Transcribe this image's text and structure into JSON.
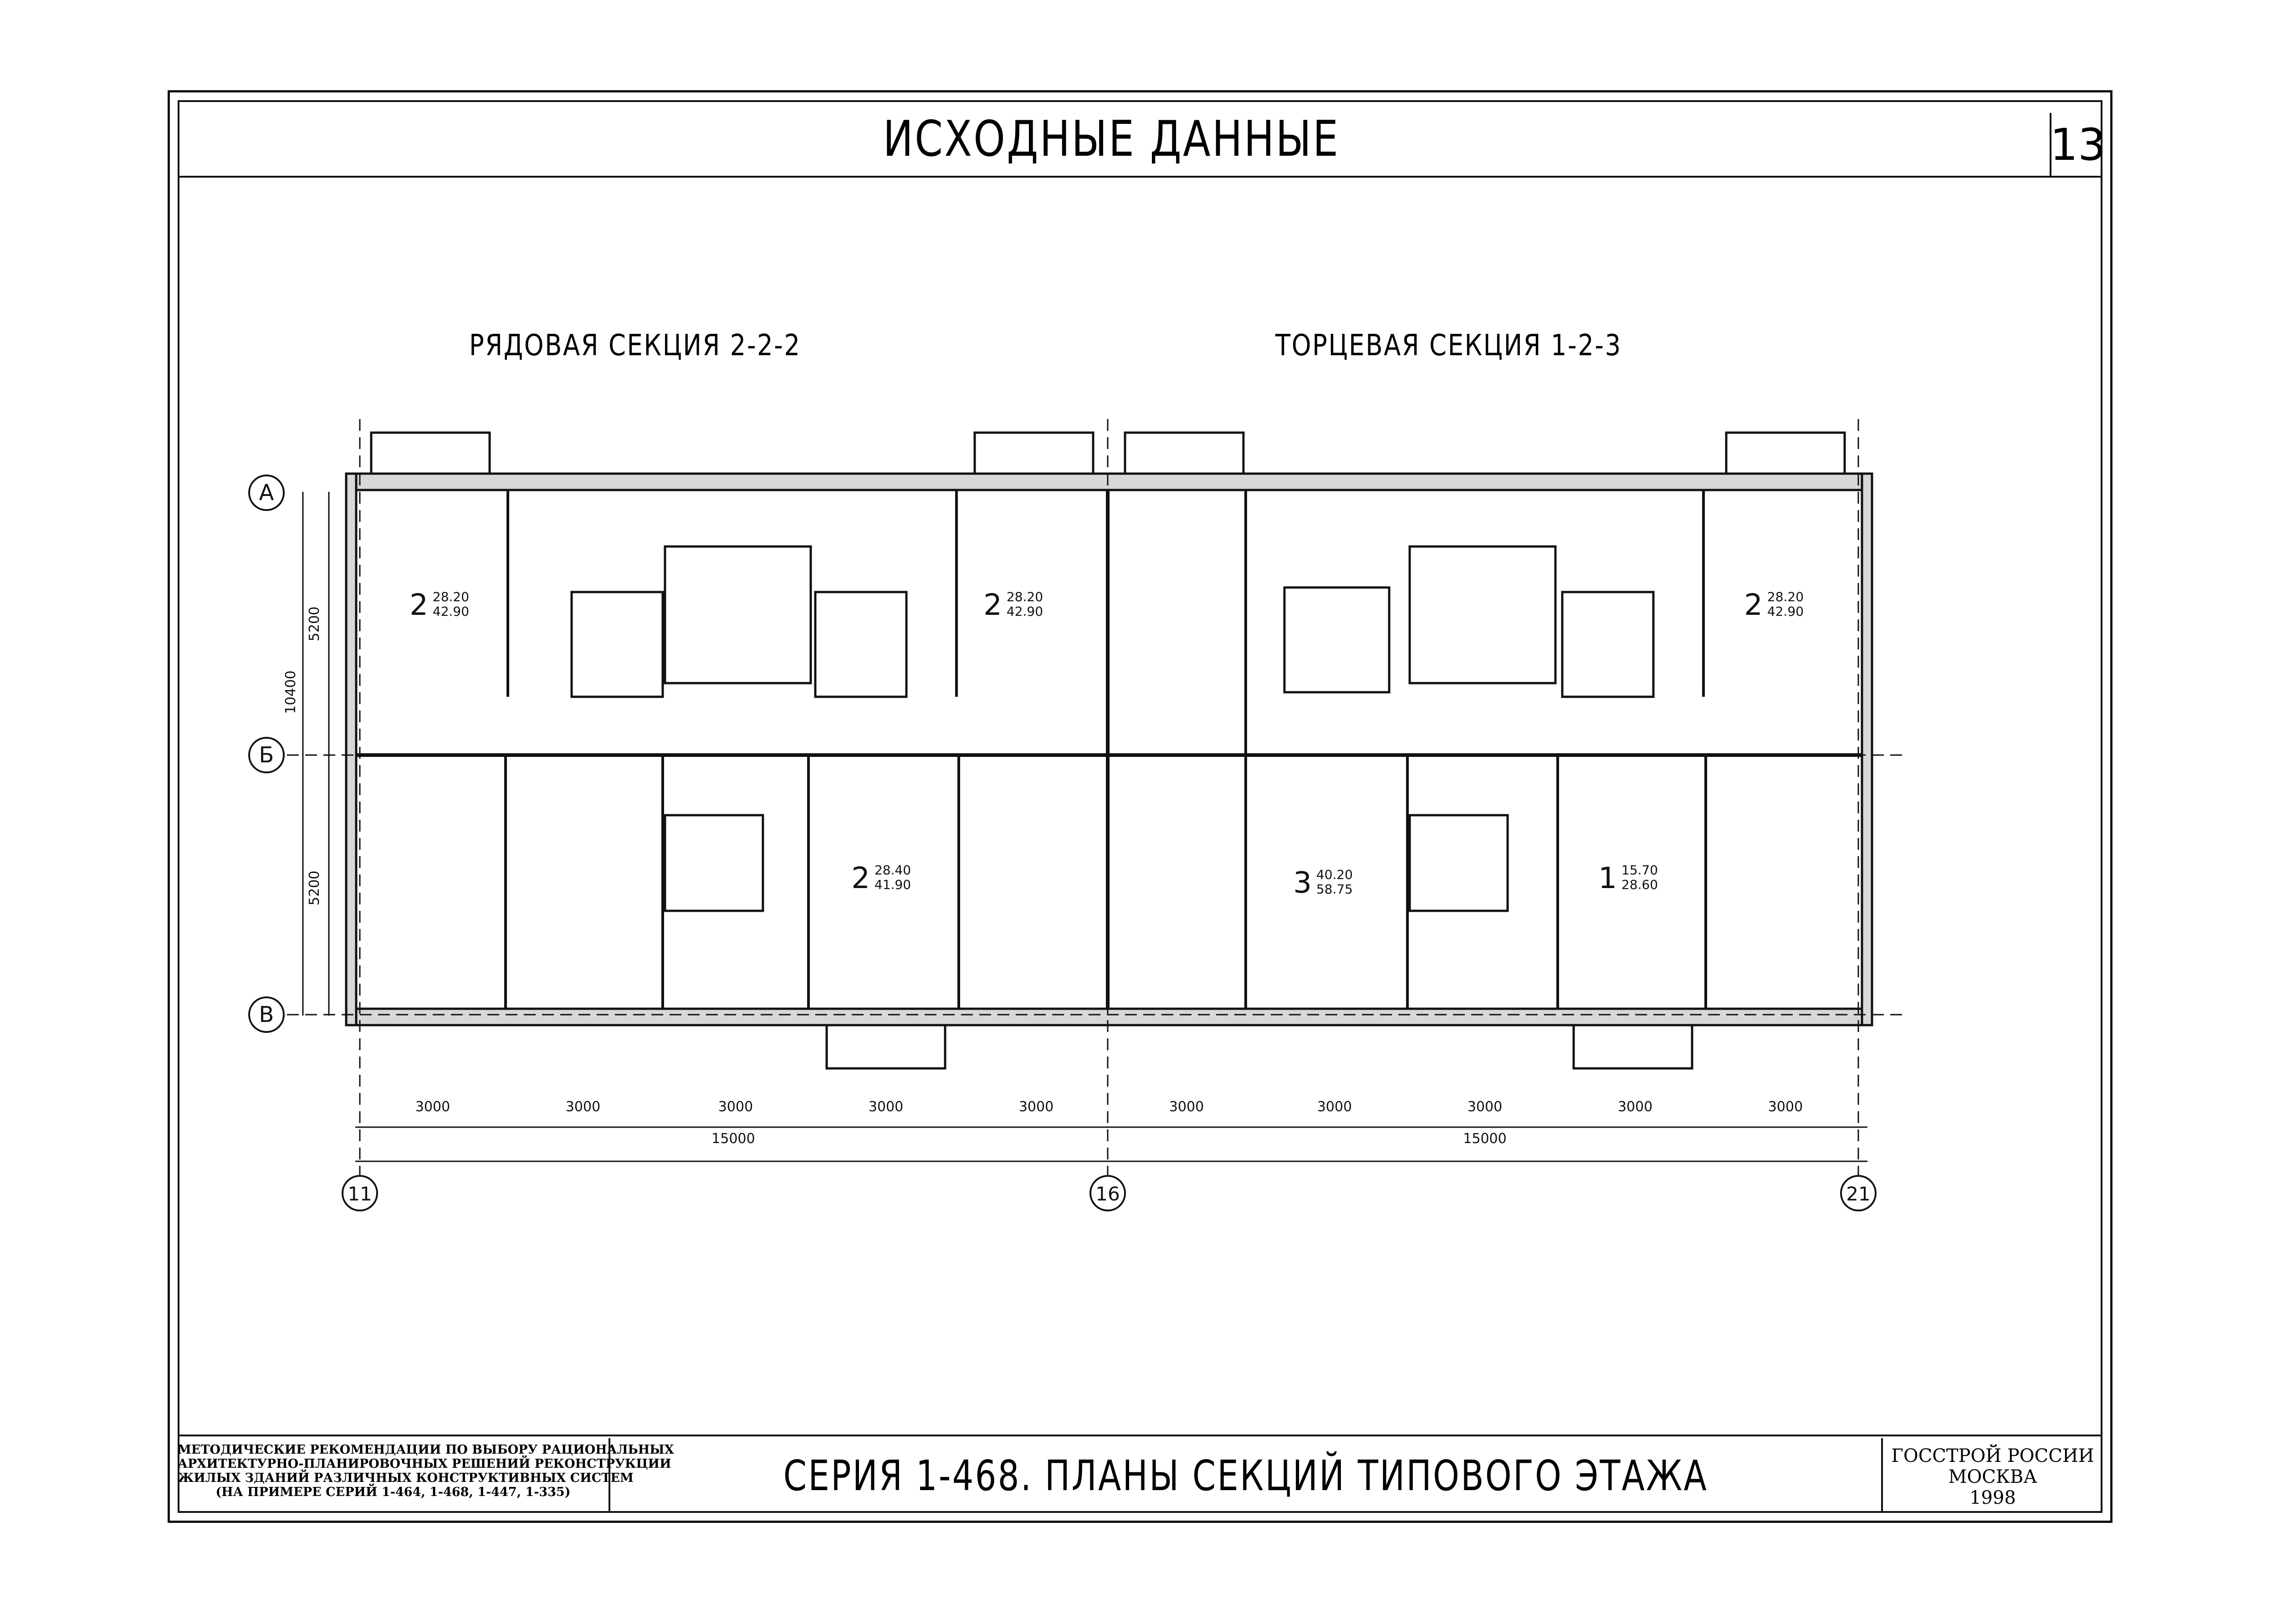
{
  "header": {
    "title": "ИСХОДНЫЕ ДАННЫЕ",
    "page_number": "13"
  },
  "sections": {
    "left_label": "РЯДОВАЯ СЕКЦИЯ 2-2-2",
    "right_label": "ТОРЦЕВАЯ СЕКЦИЯ 1-2-3"
  },
  "axes": {
    "row_a": "А",
    "row_b": "Б",
    "row_v": "В",
    "col_11": "11",
    "col_16": "16",
    "col_21": "21"
  },
  "dimensions": {
    "bay": "3000",
    "span": "15000",
    "height_half": "5200",
    "height_total": "10400"
  },
  "apartments": [
    {
      "rooms": "2",
      "living": "28.20",
      "total": "42.90"
    },
    {
      "rooms": "2",
      "living": "28.20",
      "total": "42.90"
    },
    {
      "rooms": "2",
      "living": "28.40",
      "total": "41.90"
    },
    {
      "rooms": "2",
      "living": "28.20",
      "total": "42.90"
    },
    {
      "rooms": "3",
      "living": "40.20",
      "total": "58.75"
    },
    {
      "rooms": "1",
      "living": "15.70",
      "total": "28.60"
    }
  ],
  "footer": {
    "method_lines": [
      "МЕТОДИЧЕСКИЕ РЕКОМЕНДАЦИИ ПО ВЫБОРУ РАЦИОНАЛЬНЫХ",
      "АРХИТЕКТУРНО-ПЛАНИРОВОЧНЫХ РЕШЕНИЙ РЕКОНСТРУКЦИИ",
      "ЖИЛЫХ ЗДАНИЙ РАЗЛИЧНЫХ КОНСТРУКТИВНЫХ СИСТЕМ",
      "(НА ПРИМЕРЕ СЕРИЙ 1-464, 1-468, 1-447, 1-335)"
    ],
    "series_title": "СЕРИЯ 1-468. ПЛАНЫ СЕКЦИЙ ТИПОВОГО ЭТАЖА",
    "org": "ГОССТРОЙ РОССИИ",
    "city": "МОСКВА",
    "year": "1998"
  }
}
